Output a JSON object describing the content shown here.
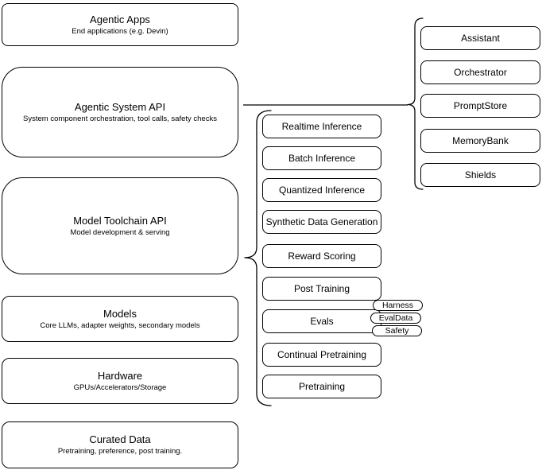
{
  "colors": {
    "background": "#ffffff",
    "stroke": "#000000",
    "node_fill": "#ffffff",
    "text": "#000000"
  },
  "left_stack": [
    {
      "title": "Agentic Apps",
      "subtitle": "End applications (e.g. Devin)"
    },
    {
      "title": "Agentic System API",
      "subtitle": "System component orchestration, tool calls, safety checks"
    },
    {
      "title": "Model Toolchain API",
      "subtitle": "Model development & serving"
    },
    {
      "title": "Models",
      "subtitle": "Core LLMs, adapter weights, secondary models"
    },
    {
      "title": "Hardware",
      "subtitle": "GPUs/Accelerators/Storage"
    },
    {
      "title": "Curated Data",
      "subtitle": "Pretraining, preference, post training."
    }
  ],
  "toolchain": {
    "items": [
      {
        "label": "Realtime Inference"
      },
      {
        "label": "Batch Inference"
      },
      {
        "label": "Quantized Inference"
      },
      {
        "label": "Synthetic Data Generation"
      },
      {
        "label": "Reward Scoring"
      },
      {
        "label": "Post Training"
      },
      {
        "label": "Evals"
      },
      {
        "label": "Continual Pretraining"
      },
      {
        "label": "Pretraining"
      }
    ]
  },
  "eval_tags": {
    "items": [
      {
        "label": "Harness"
      },
      {
        "label": "EvalData"
      },
      {
        "label": "Safety"
      }
    ]
  },
  "system_components": {
    "items": [
      {
        "label": "Assistant"
      },
      {
        "label": "Orchestrator"
      },
      {
        "label": "PromptStore"
      },
      {
        "label": "MemoryBank"
      },
      {
        "label": "Shields"
      }
    ]
  }
}
